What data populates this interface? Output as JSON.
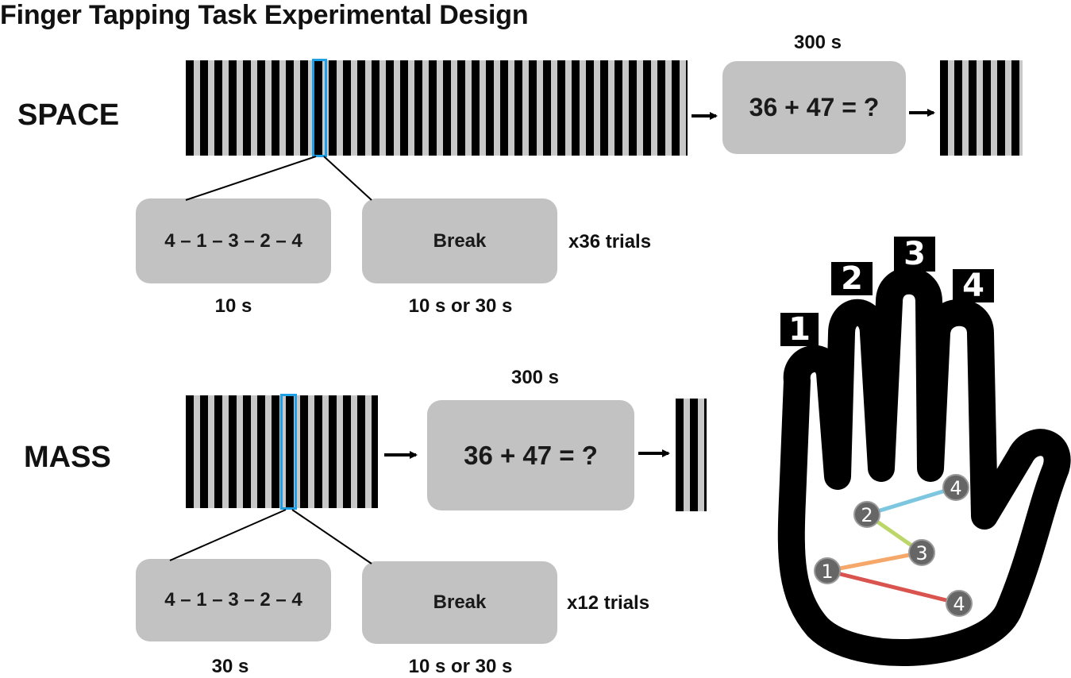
{
  "title": "Finger Tapping Task Experimental Design",
  "space": {
    "label": "SPACE",
    "break_duration": "300 s",
    "distractor": "36 + 47 = ?",
    "sequence": "4 – 1 – 3 – 2 – 4",
    "sequence_duration": "10 s",
    "break_label": "Break",
    "break_trial_duration": "10 s or 30 s",
    "trials": "x36 trials"
  },
  "mass": {
    "label": "MASS",
    "break_duration": "300 s",
    "distractor": "36 + 47 = ?",
    "sequence": "4 – 1 – 3 – 2 – 4",
    "sequence_duration": "30 s",
    "break_label": "Break",
    "break_trial_duration": "10 s or 30 s",
    "trials": "x12 trials"
  },
  "hand": {
    "finger_labels": [
      "1",
      "2",
      "3",
      "4"
    ],
    "sequence_nodes": [
      "4",
      "2",
      "3",
      "1",
      "4"
    ],
    "segment_colors": [
      "#7cc6e0",
      "#bcd66a",
      "#f5a86a",
      "#d9534f"
    ]
  }
}
